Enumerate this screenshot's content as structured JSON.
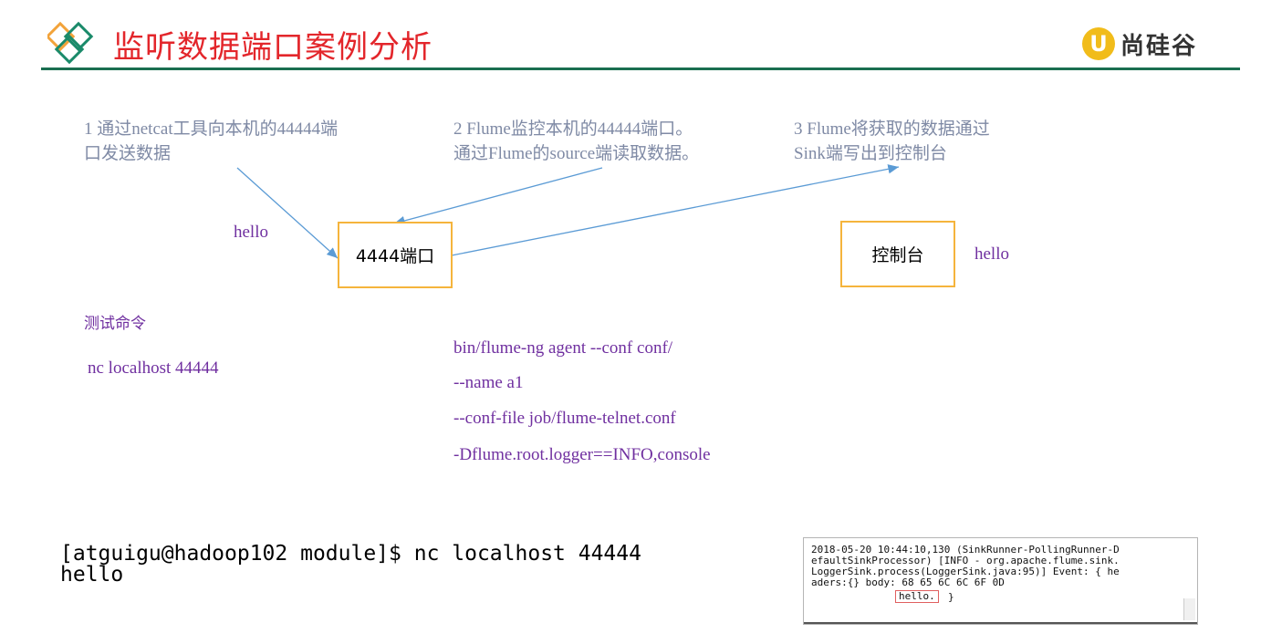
{
  "header": {
    "title": "监听数据端口案例分析",
    "logo_letter": "U",
    "logo_text": "尚硅谷",
    "accent_color": "#e3262b",
    "line_color": "#1a6e50",
    "icon": "diamond-icon"
  },
  "steps": {
    "s1_line1": "1 通过netcat工具向本机的44444端",
    "s1_line2": "口发送数据",
    "s2_line1": "2 Flume监控本机的44444端口。",
    "s2_line2": "通过Flume的source端读取数据。",
    "s3_line1": "3 Flume将获取的数据通过",
    "s3_line2": "Sink端写出到控制台"
  },
  "nodes": {
    "port_label": "4444端口",
    "console_label": "控制台",
    "hello_left": "hello",
    "hello_right": "hello"
  },
  "test": {
    "heading": "测试命令",
    "nc_command": "nc localhost 44444",
    "flume_cmd": [
      "bin/flume-ng agent --conf conf/",
      "--name a1",
      "--conf-file job/flume-telnet.conf",
      "-Dflume.root.logger==INFO,console"
    ]
  },
  "shell": {
    "line1": "[atguigu@hadoop102 module]$ nc localhost 44444",
    "line2": "hello"
  },
  "console_output": {
    "text": "2018-05-20 10:44:10,130 (SinkRunner-PollingRunner-D\nefaultSinkProcessor) [INFO - org.apache.flume.sink.\nLoggerSink.process(LoggerSink.java:95)] Event: { he\naders:{} body: 68 65 6C 6C 6F 0D",
    "highlight": "hello.",
    "closing": "}"
  },
  "colors": {
    "box_border": "#f5b43c",
    "arrow": "#5b9bd5",
    "step_text": "#7f8aa5",
    "purple_text": "#7030a0"
  }
}
